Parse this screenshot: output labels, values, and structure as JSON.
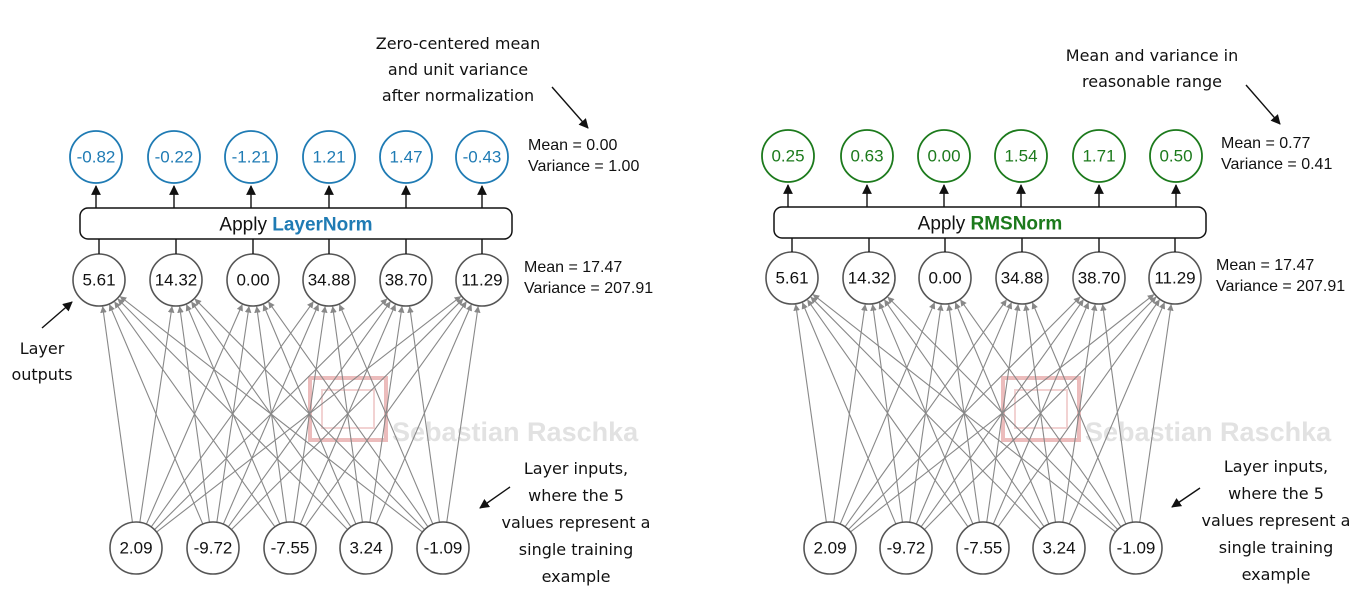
{
  "colors": {
    "layernorm": "#1f7bb4",
    "rmsnorm": "#1c7a1c",
    "edge": "#888888",
    "node_stroke": "#555555",
    "watermark": "#e6b7b7"
  },
  "watermark": {
    "text": "Sebastian Raschka"
  },
  "panels": [
    {
      "id": "layernorm",
      "inputs": [
        "2.09",
        "-9.72",
        "-7.55",
        "3.24",
        "-1.09"
      ],
      "hidden": [
        "5.61",
        "14.32",
        "0.00",
        "34.88",
        "38.70",
        "11.29"
      ],
      "outputs": [
        "-0.82",
        "-0.22",
        "-1.21",
        "1.21",
        "1.47",
        "-0.43"
      ],
      "apply_prefix": "Apply",
      "apply_method": "LayerNorm",
      "hidden_stats": [
        "Mean = 17.47",
        "Variance = 207.91"
      ],
      "output_stats": [
        "Mean = 0.00",
        "Variance = 1.00"
      ],
      "top_note": [
        "Zero-centered mean",
        "and unit variance",
        "after normalization"
      ],
      "side_note": [
        "Layer",
        "outputs"
      ],
      "input_note": [
        "Layer inputs,",
        "where the 5",
        "values represent a",
        "single training",
        "example"
      ]
    },
    {
      "id": "rmsnorm",
      "inputs": [
        "2.09",
        "-9.72",
        "-7.55",
        "3.24",
        "-1.09"
      ],
      "hidden": [
        "5.61",
        "14.32",
        "0.00",
        "34.88",
        "38.70",
        "11.29"
      ],
      "outputs": [
        "0.25",
        "0.63",
        "0.00",
        "1.54",
        "1.71",
        "0.50"
      ],
      "apply_prefix": "Apply",
      "apply_method": "RMSNorm",
      "hidden_stats": [
        "Mean = 17.47",
        "Variance = 207.91"
      ],
      "output_stats": [
        "Mean = 0.77",
        "Variance = 0.41"
      ],
      "top_note": [
        "Mean and variance in",
        "reasonable range"
      ],
      "side_note": [],
      "input_note": [
        "Layer inputs,",
        "where the 5",
        "values represent a",
        "single training",
        "example"
      ]
    }
  ]
}
